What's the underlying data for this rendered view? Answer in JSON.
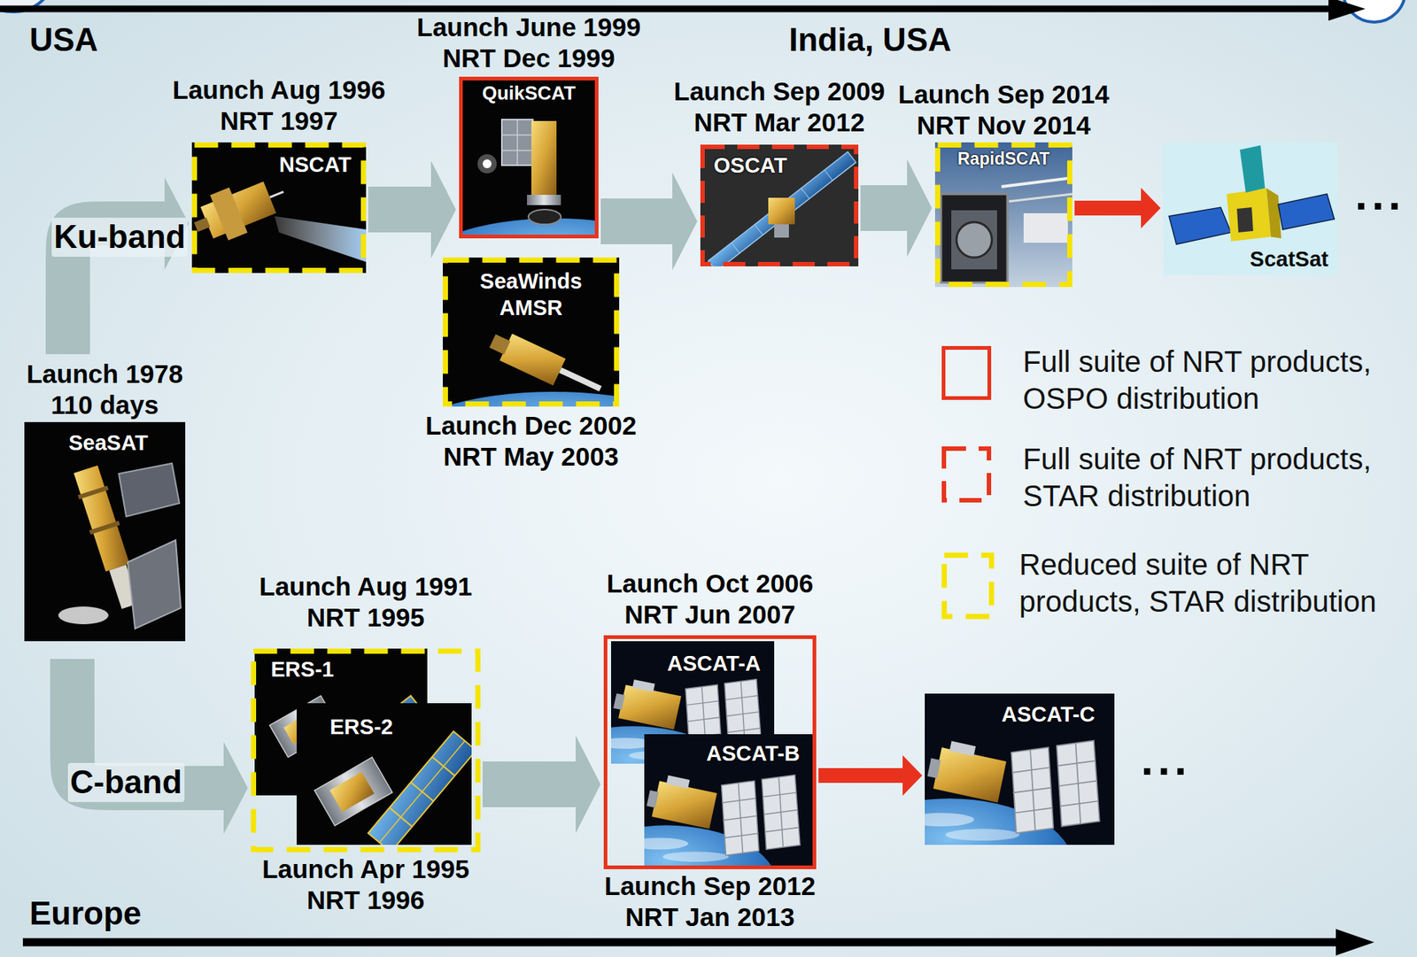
{
  "diagram": {
    "nodes": [
      {
        "text": [
          "Launch 1978 110 days",
          "SeaSAT"
        ]
      },
      {
        "text": [
          "Launch Aug 1996 NRT 1997",
          "NSCAT"
        ]
      },
      {
        "text": [
          "Launch June 1999 NRT Dec 1999",
          "QuikSCAT"
        ]
      },
      {
        "text": [
          "SeaWinds AMSR",
          "Launch Dec 2002 NRT May 2003"
        ]
      },
      {
        "text": [
          "Launch Sep 2009 NRT Mar 2012",
          "OSCAT"
        ]
      },
      {
        "text": [
          "Launch Sep 2014 NRT Nov 2014",
          "RapidSCAT"
        ]
      },
      {
        "text": [
          "ScatSat"
        ]
      },
      {
        "text": [
          "Launch Aug 1991 NRT 1995",
          "Launch Apr 1995 NRT 1996"
        ]
      },
      {
        "text": [
          "ERS-1"
        ],
        "in": 7
      },
      {
        "text": [
          "ERS-2"
        ],
        "in": 7
      },
      {
        "text": [
          "Launch Oct 2006 NRT Jun 2007",
          "Launch Sep 2012 NRT Jan 2013"
        ]
      },
      {
        "text": [
          "ASCAT-A"
        ],
        "in": 10
      },
      {
        "text": [
          "ASCAT-B"
        ],
        "in": 10
      },
      {
        "text": [
          "ASCAT-C"
        ]
      }
    ],
    "edges": [
      {
        "from": 0,
        "to": 1,
        "arrow": "to",
        "label": "Ku-band"
      },
      {
        "from": 0,
        "to": 7,
        "arrow": "to",
        "label": "C-band"
      },
      {
        "from": 1,
        "to": 2,
        "arrow": "to"
      },
      {
        "from": 2,
        "to": 4,
        "arrow": "to"
      },
      {
        "from": 4,
        "to": 5,
        "arrow": "to"
      },
      {
        "from": 5,
        "to": 6,
        "arrow": "to"
      },
      {
        "from": 7,
        "to": 10,
        "arrow": "to"
      },
      {
        "from": 10,
        "to": 13,
        "arrow": "to"
      }
    ],
    "labels": [
      "USA",
      "India, USA",
      "Europe",
      "...",
      "..."
    ],
    "legend": [
      {
        "text": "Full suite of NRT products, OSPO distribution"
      },
      {
        "text": "Full suite of NRT products, STAR distribution"
      },
      {
        "text": "Reduced suite of NRT products, STAR distribution"
      }
    ]
  }
}
